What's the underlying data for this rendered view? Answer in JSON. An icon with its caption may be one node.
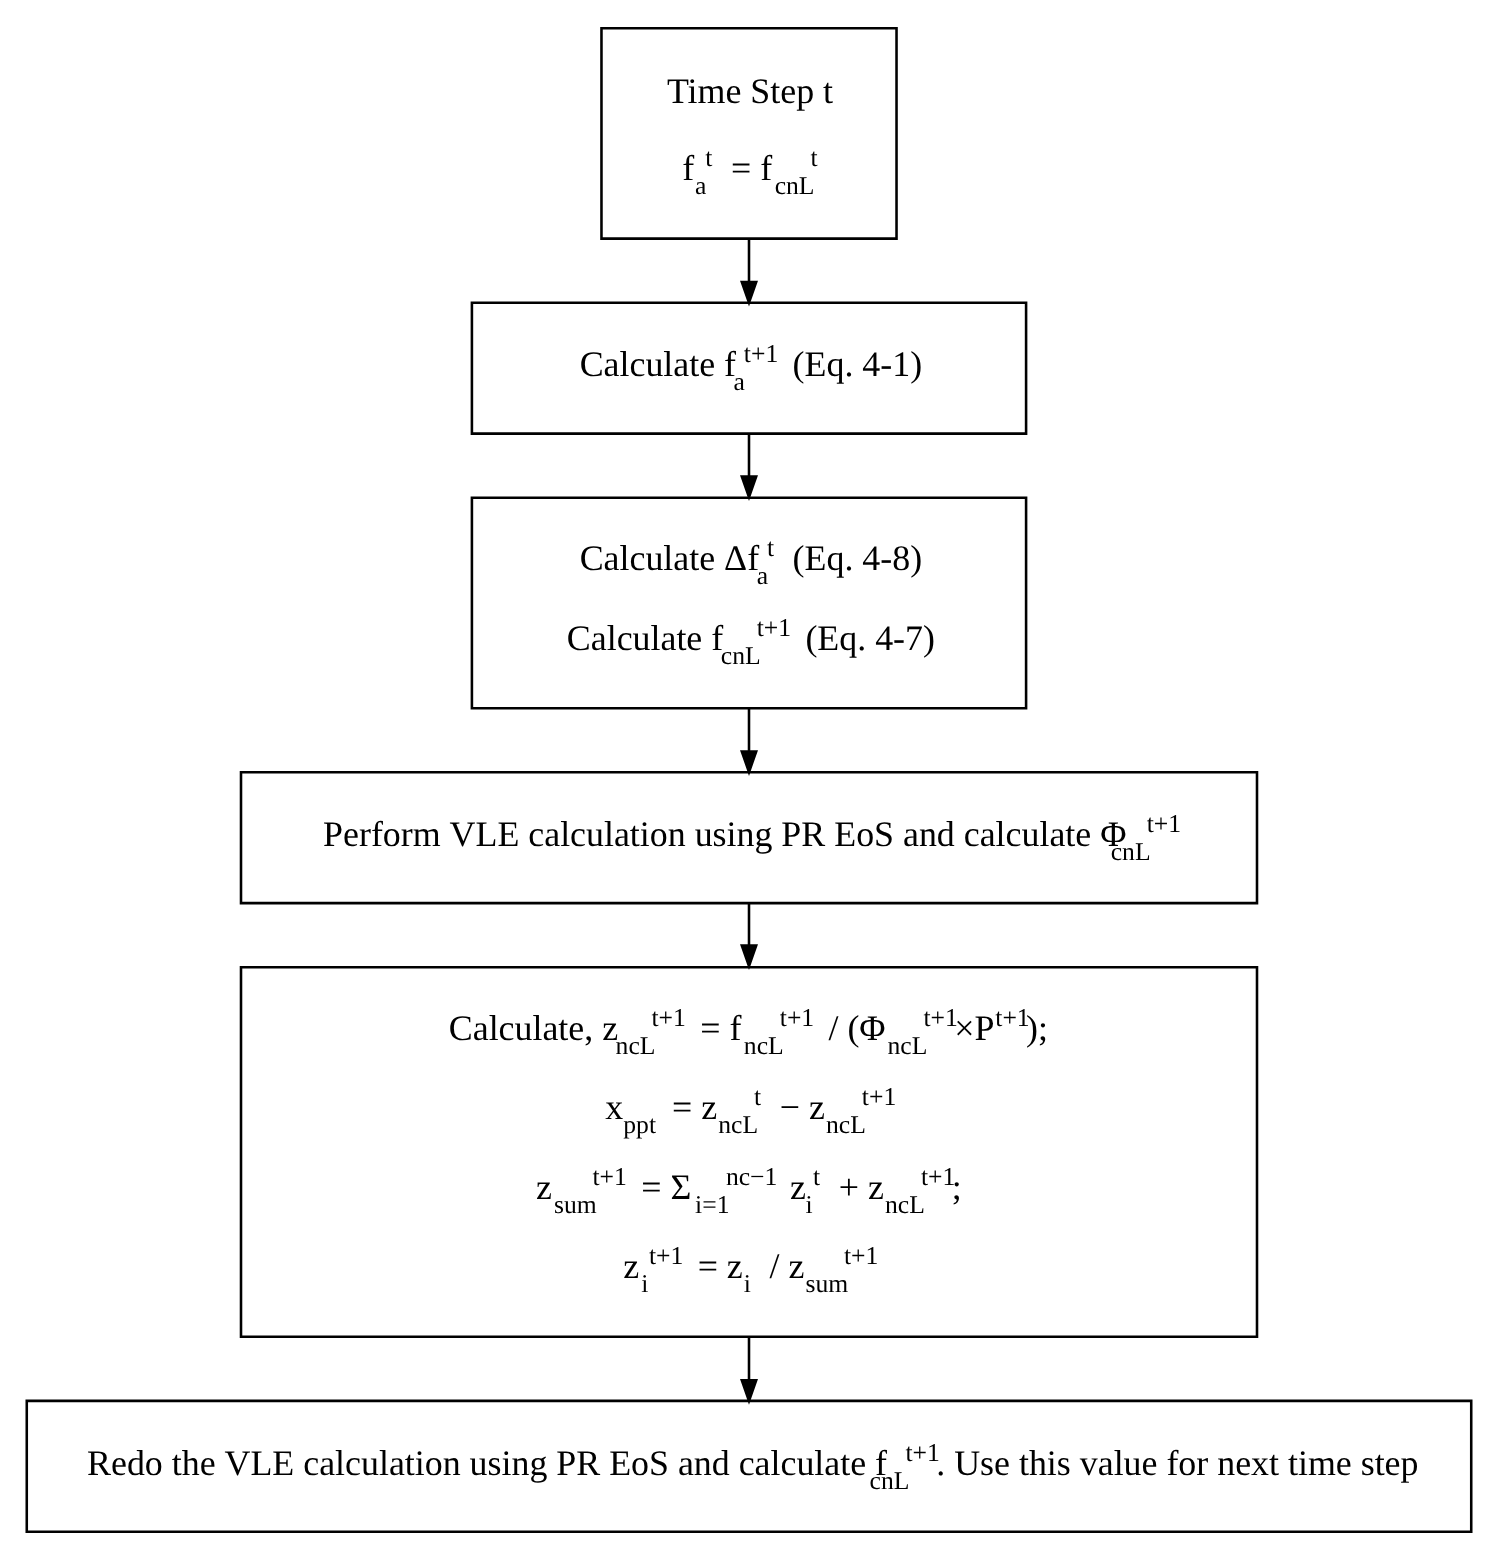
{
  "diagram": {
    "nodes": [
      {
        "text": [
          "Time Step t",
          "f$_{a}$$^{t}$ = f$_{cnL}$$^{t}$"
        ]
      },
      {
        "text": [
          "Calculate f$_{a}$$^{t+1}$ (Eq. 4-1)"
        ]
      },
      {
        "text": [
          "Calculate Δf$_{a}$$^{t}$ (Eq. 4-8)",
          "Calculate f$_{cnL}$$^{t+1}$ (Eq. 4-7)"
        ]
      },
      {
        "text": [
          "Perform VLE calculation using PR EoS and calculate Φ$_{cnL}$$^{t+1}$"
        ]
      },
      {
        "text": [
          "Calculate, z$_{ncL}$$^{t+1}$ = f$_{ncL}$$^{t+1}$ / (Φ$_{ncL}$$^{t+1}$×P$^{t+1}$);",
          "x$_{ppt}$ = z$_{ncL}$$^{t}$ − z$_{ncL}$$^{t+1}$",
          "z$_{sum}$$^{t+1}$ = Σ$_{i=1}$$^{nc−1}$ z$_{i}$$^{t}$ + z$_{ncL}$$^{t+1}$;",
          "z$_{i}$$^{t+1}$ = z$_{i}$ / z$_{sum}$$^{t+1}$"
        ]
      },
      {
        "text": [
          "Redo the VLE calculation using PR EoS and calculate f$_{cnL}$$^{t+1}$. Use this value for next time step"
        ]
      }
    ],
    "edges": [
      {
        "from": 0,
        "to": 1,
        "arrow": "to"
      },
      {
        "from": 1,
        "to": 2,
        "arrow": "to"
      },
      {
        "from": 2,
        "to": 3,
        "arrow": "to"
      },
      {
        "from": 3,
        "to": 4,
        "arrow": "to"
      },
      {
        "from": 4,
        "to": 5,
        "arrow": "to"
      }
    ]
  }
}
